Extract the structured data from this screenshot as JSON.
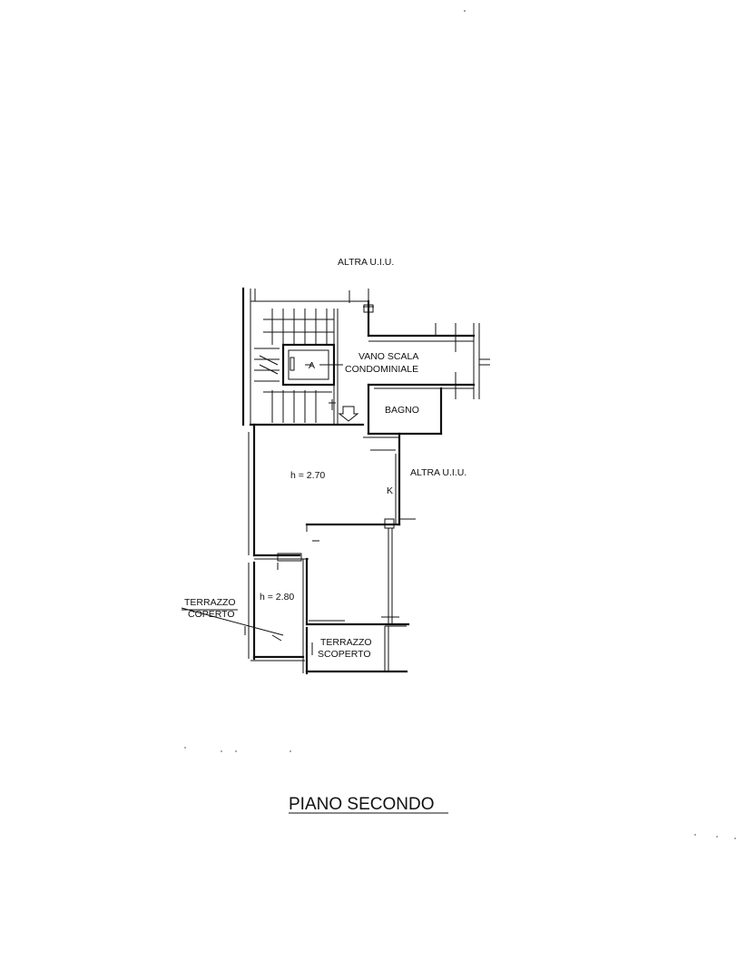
{
  "title": "PIANO SECONDO",
  "labels": {
    "altra_uiu_top": "ALTRA U.I.U.",
    "vano_scala_line1": "VANO SCALA",
    "vano_scala_line2": "CONDOMINIALE",
    "lift": "A",
    "bagno": "BAGNO",
    "altra_uiu_right": "ALTRA U.I.U.",
    "height_main": "h = 2.70",
    "kitchen": "K",
    "height_terrace": "h = 2.80",
    "terrazzo_coperto_line1": "TERRAZZO",
    "terrazzo_coperto_line2": "COPERTO",
    "terrazzo_scoperto_line1": "TERRAZZO",
    "terrazzo_scoperto_line2": "SCOPERTO"
  },
  "colors": {
    "ink": "#111111",
    "paper": "#ffffff"
  }
}
